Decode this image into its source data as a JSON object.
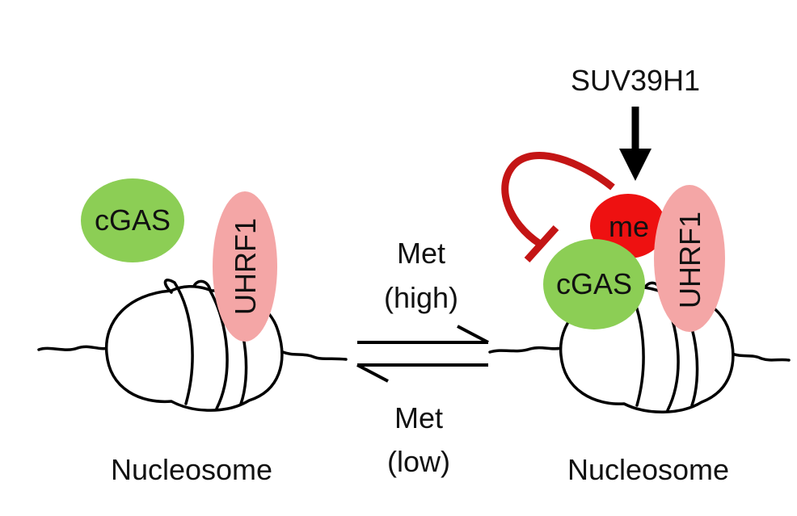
{
  "left_state": {
    "cgas_label": "cGAS",
    "uhrf1_label": "UHRF1",
    "nucleosome_label": "Nucleosome"
  },
  "equilibrium": {
    "forward_label_line1": "Met",
    "forward_label_line2": "(high)",
    "reverse_label_line1": "Met",
    "reverse_label_line2": "(low)"
  },
  "right_state": {
    "enzyme_label": "SUV39H1",
    "methyl_label": "me",
    "cgas_label": "cGAS",
    "uhrf1_label": "UHRF1",
    "nucleosome_label": "Nucleosome"
  },
  "colors": {
    "cgas_green": "#8cce55",
    "uhrf1_pink": "#f4a6a6",
    "methyl_red": "#ee1111",
    "inhibition_red": "#c41515",
    "outline": "#000000"
  }
}
